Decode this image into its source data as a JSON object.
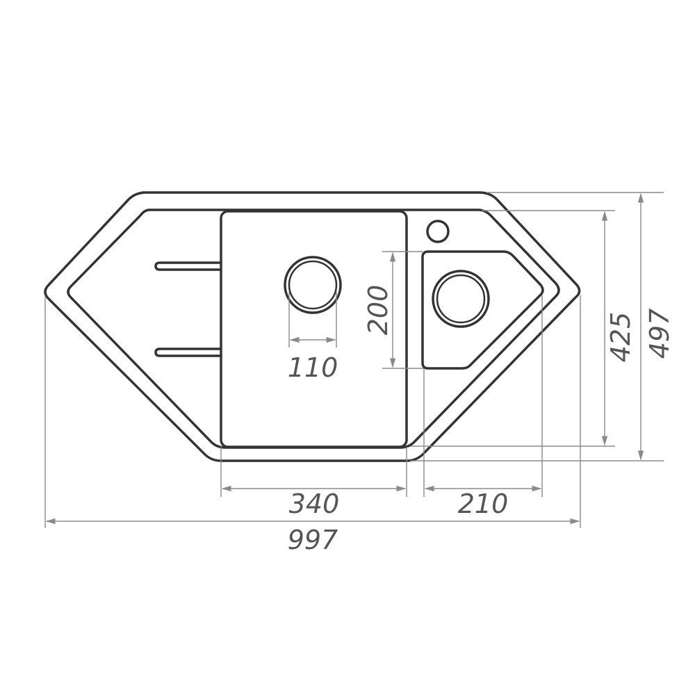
{
  "drawing": {
    "title": "Corner sink dimensions",
    "dimensions": {
      "drain_diameter": "110",
      "small_bowl_height": "200",
      "inner_depth": "425",
      "overall_depth": "497",
      "main_bowl_width": "340",
      "small_bowl_width": "210",
      "overall_width": "997"
    },
    "colors": {
      "outline": "#333333",
      "dimension": "#8a8a8a",
      "text": "#555555"
    }
  }
}
